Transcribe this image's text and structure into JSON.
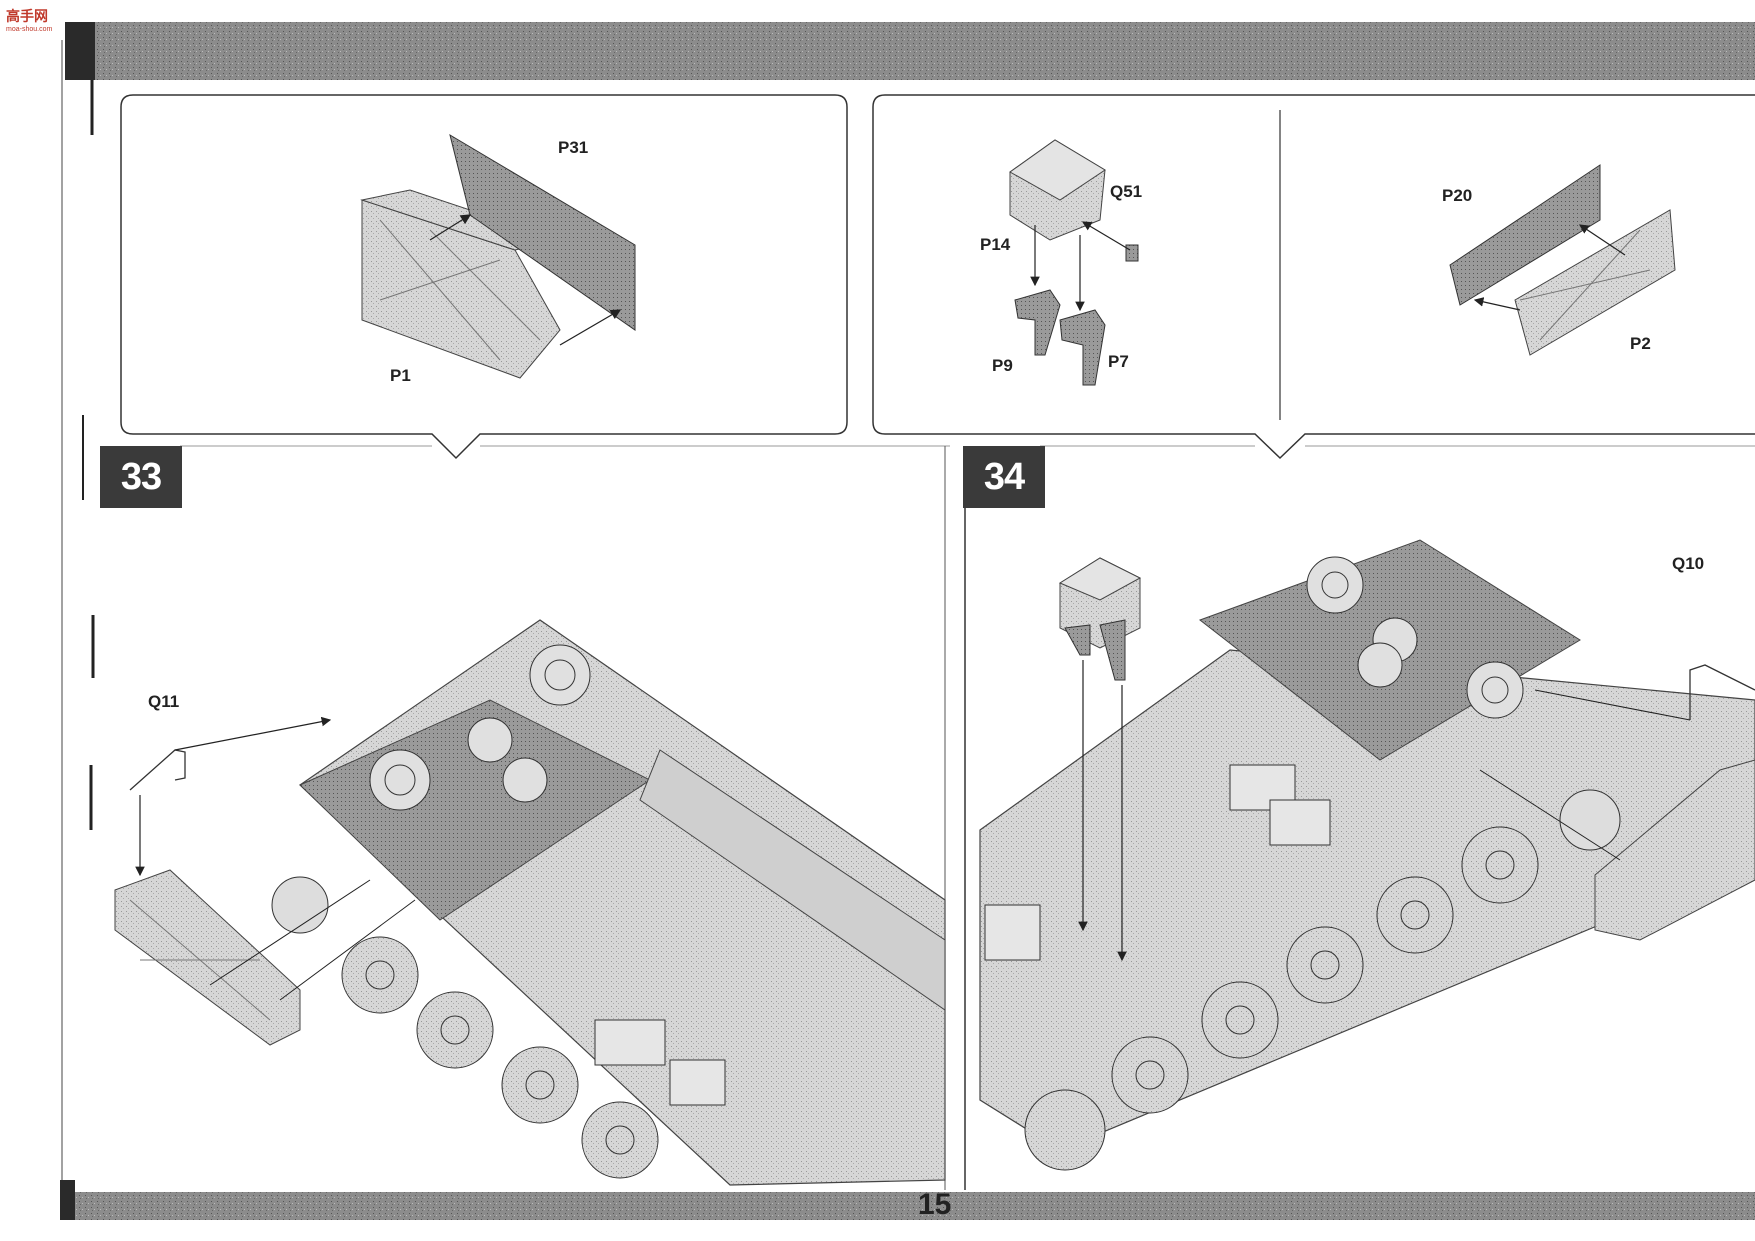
{
  "watermark": {
    "logo_text": "高手网",
    "logo_url": "moa-shou.com"
  },
  "page_number": "15",
  "steps": [
    {
      "number": "33",
      "callout_labels": [
        "P31",
        "P1"
      ],
      "main_labels": [
        "Q11"
      ]
    },
    {
      "number": "34",
      "callout_labels": [
        "Q51",
        "P14",
        "P9",
        "P7",
        "P20",
        "P2"
      ],
      "main_labels": [
        "Q10"
      ]
    }
  ],
  "colors": {
    "badge_bg": "#3a3a3a",
    "band": "#8a8a8a",
    "line": "#222222"
  }
}
